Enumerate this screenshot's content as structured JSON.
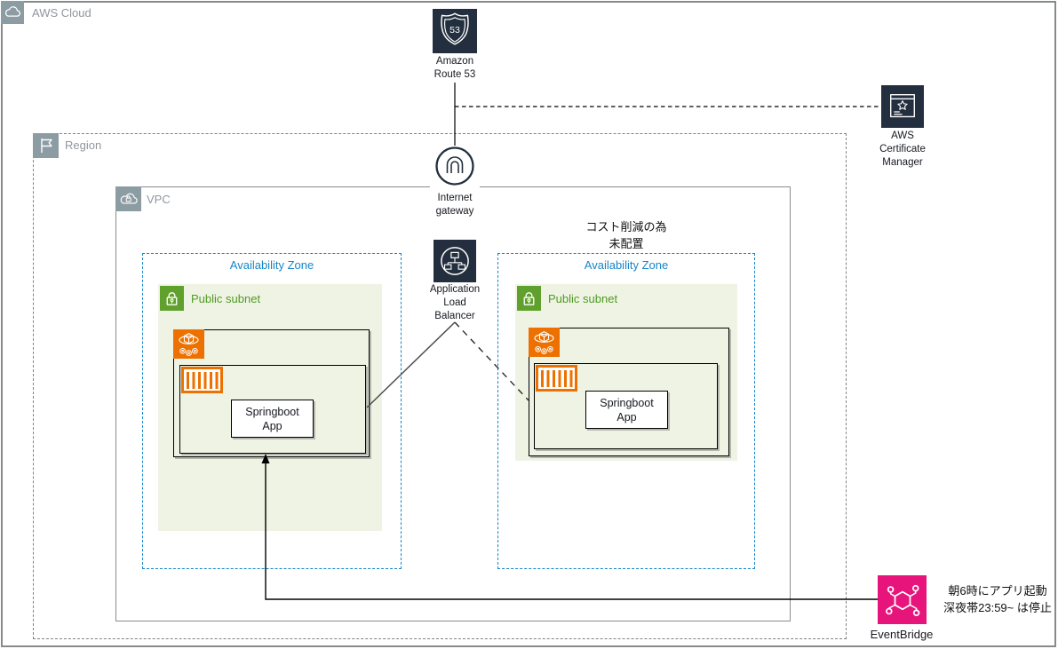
{
  "title": "AWS architecture diagram",
  "labels": {
    "aws_cloud": "AWS Cloud",
    "region": "Region",
    "vpc": "VPC"
  },
  "zones": {
    "availability_zone": "Availability Zone",
    "public_subnet": "Public subnet"
  },
  "nodes": {
    "route53": {
      "label": "Amazon\nRoute 53",
      "badge": "53"
    },
    "acm": {
      "label": "AWS\nCertificate\nManager"
    },
    "internet_gateway": {
      "label": "Internet\ngateway"
    },
    "alb": {
      "label": "Application\nLoad\nBalancer"
    },
    "springboot": {
      "label": "Springboot\nApp"
    },
    "eventbridge": {
      "label": "EventBridge"
    }
  },
  "annotations": {
    "cost_note": "コスト削減の為\n未配置",
    "schedule_note": "朝6時にアプリ起動\n深夜帯23:59~ は停止"
  },
  "icons": {
    "cloud-icon": "cloud outline",
    "flag-icon": "region flag",
    "vpc-cloud-lock-icon": "cloud with lock",
    "route53-shield-icon": "route 53 shield",
    "certificate-icon": "certificate with star",
    "internet-gateway-icon": "circle with arch",
    "load-balancer-icon": "circle with network tree",
    "lock-icon": "padlock",
    "ecs-service-icon": "cube over gears",
    "container-icon": "striped container",
    "eventbridge-icon": "hexagon molecule"
  },
  "colors": {
    "dark_navy": "#232F3E",
    "orange": "#ED7100",
    "pink": "#E7157B",
    "green": "#60A02C",
    "subnet_bg": "#EFF3E4",
    "az_blue": "#1686C9",
    "gray_border": "#8C8C8C"
  }
}
